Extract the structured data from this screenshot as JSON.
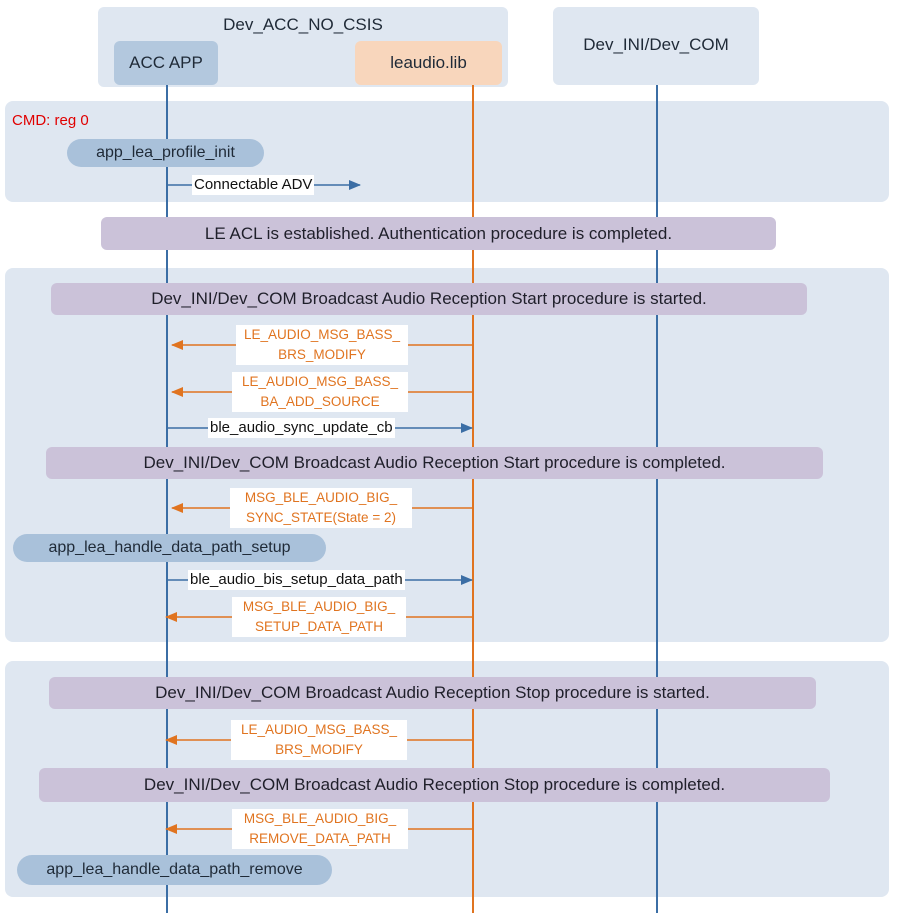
{
  "actors": {
    "group_title": "Dev_ACC_NO_CSIS",
    "acc_app": "ACC APP",
    "leaudio_lib": "leaudio.lib",
    "remote": "Dev_INI/Dev_COM"
  },
  "section1": {
    "cmd": "CMD: reg 0",
    "profile_init": "app_lea_profile_init",
    "adv": "Connectable ADV"
  },
  "acl_banner": "LE ACL is established. Authentication procedure is completed.",
  "section2": {
    "start_banner": "Dev_INI/Dev_COM Broadcast Audio Reception Start procedure is started.",
    "msg_brs_modify_1": "LE_AUDIO_MSG_BASS_",
    "msg_brs_modify_2": "BRS_MODIFY",
    "msg_add_source_1": "LE_AUDIO_MSG_BASS_",
    "msg_add_source_2": "BA_ADD_SOURCE",
    "sync_update": "ble_audio_sync_update_cb",
    "complete_banner": "Dev_INI/Dev_COM Broadcast Audio Reception Start procedure is completed.",
    "msg_sync_state_1": "MSG_BLE_AUDIO_BIG_",
    "msg_sync_state_2": "SYNC_STATE(State = 2)",
    "data_path_setup": "app_lea_handle_data_path_setup",
    "bis_setup": "ble_audio_bis_setup_data_path",
    "msg_setup_path_1": "MSG_BLE_AUDIO_BIG_",
    "msg_setup_path_2": "SETUP_DATA_PATH"
  },
  "section3": {
    "stop_banner": "Dev_INI/Dev_COM Broadcast Audio Reception Stop procedure is started.",
    "msg_brs_modify_1": "LE_AUDIO_MSG_BASS_",
    "msg_brs_modify_2": "BRS_MODIFY",
    "stop_complete_banner": "Dev_INI/Dev_COM Broadcast Audio Reception Stop procedure is completed.",
    "msg_remove_path_1": "MSG_BLE_AUDIO_BIG_",
    "msg_remove_path_2": "REMOVE_DATA_PATH",
    "data_path_remove": "app_lea_handle_data_path_remove"
  },
  "colors": {
    "blue_line": "#3b6ea5",
    "orange_line": "#e07420"
  }
}
